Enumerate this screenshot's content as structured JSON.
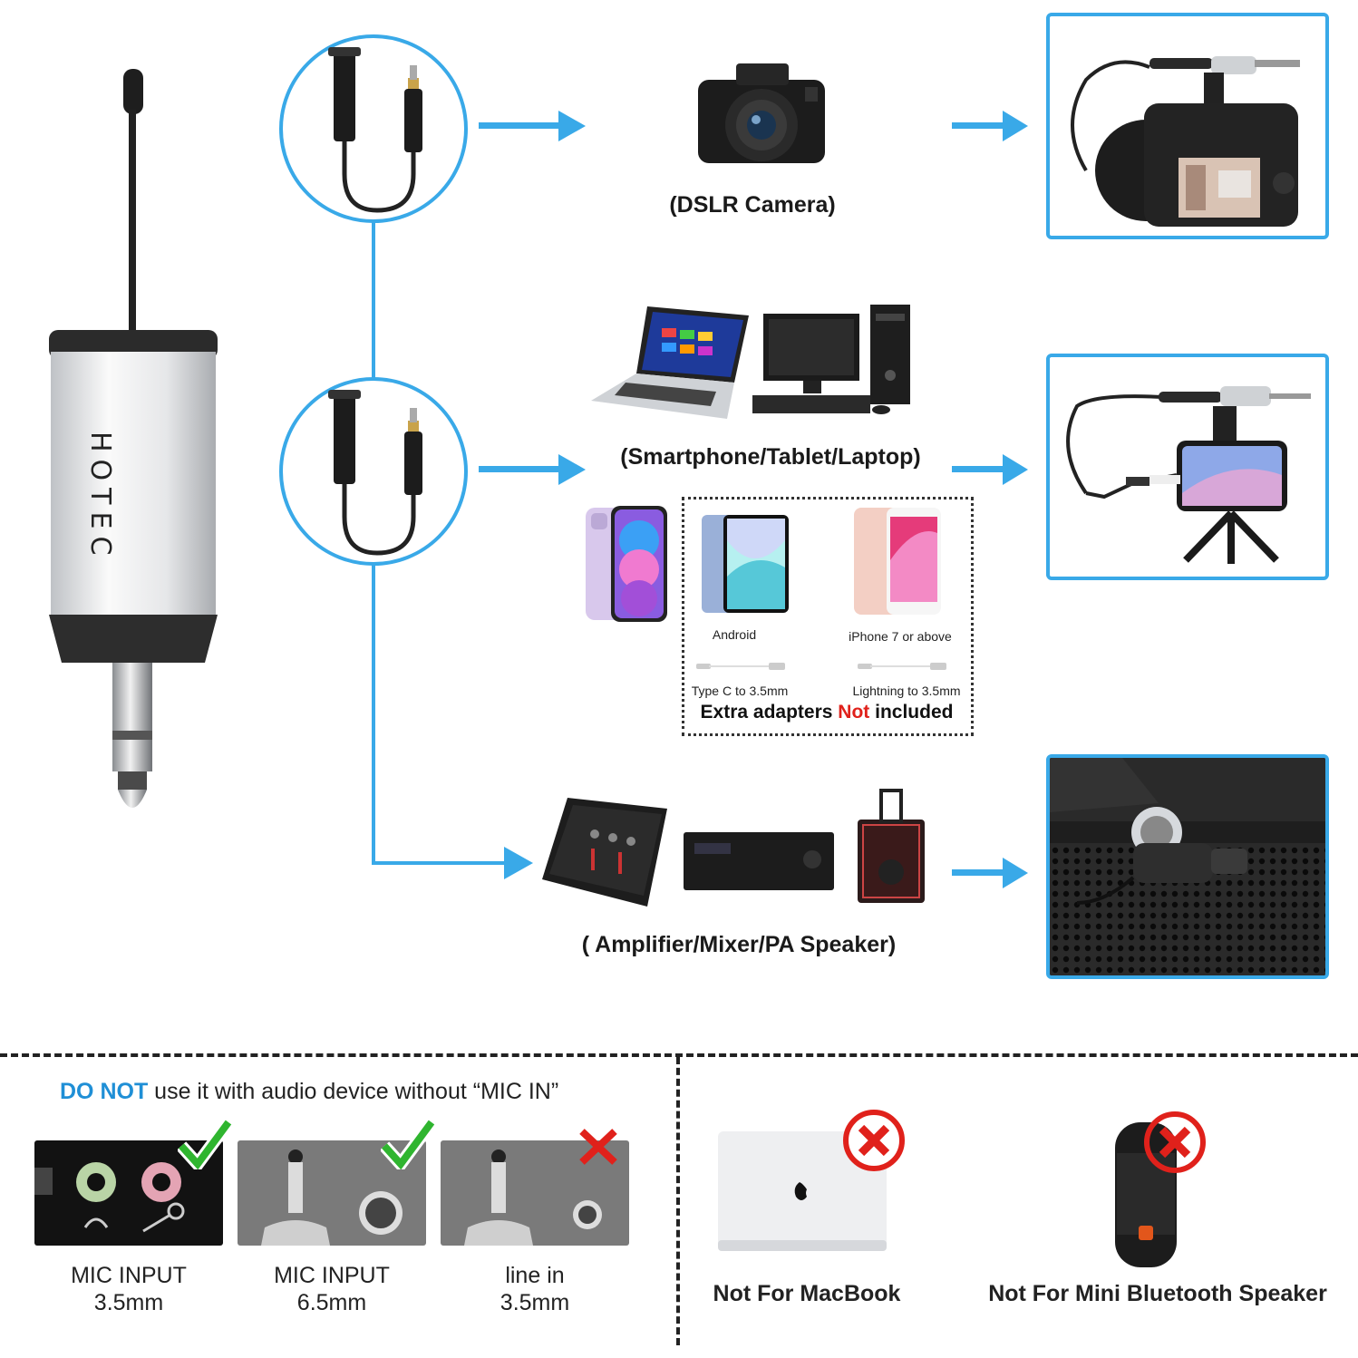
{
  "brand": "HOTEC",
  "rows": [
    {
      "label": "(DSLR Camera)"
    },
    {
      "label": "(Smartphone/Tablet/Laptop)"
    },
    {
      "label": "( Amplifier/Mixer/PA Speaker)"
    }
  ],
  "adapters": {
    "android_label": "Android",
    "iphone_label": "iPhone 7 or above",
    "typec_label": "Type C to 3.5mm",
    "lightning_label": "Lightning to 3.5mm",
    "extra_prefix": "Extra adapters",
    "extra_not": "Not",
    "extra_suffix": "included"
  },
  "warning": {
    "do_not": "DO NOT",
    "rest": "use it with audio device without “MIC IN”"
  },
  "inputs": [
    {
      "line1": "MIC INPUT",
      "line2": "3.5mm",
      "ok": true
    },
    {
      "line1": "MIC INPUT",
      "line2": "6.5mm",
      "ok": true
    },
    {
      "line1": "line in",
      "line2": "3.5mm",
      "ok": false
    }
  ],
  "not_for": [
    {
      "label": "Not For MacBook"
    },
    {
      "label": "Not For Mini Bluetooth Speaker"
    }
  ],
  "colors": {
    "accent": "#39a9e8",
    "ok": "#2fb52f",
    "bad": "#e0211b",
    "warn_blue": "#1f8fd6"
  }
}
